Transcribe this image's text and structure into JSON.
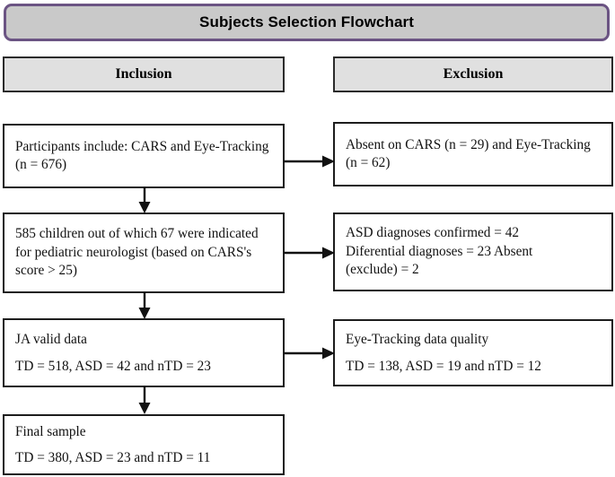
{
  "figure": {
    "title": "Subjects Selection Flowchart",
    "title_border_color": "#6b5483",
    "title_fill_color": "#c9c9c9",
    "header_fill_color": "#e0e0e0",
    "box_border_color": "#1d1d1d"
  },
  "columns": {
    "inclusion_header": "Inclusion",
    "exclusion_header": "Exclusion"
  },
  "inclusion_boxes": [
    {
      "id": "l1",
      "text": "Participants include: CARS and Eye-Tracking (n = 676)"
    },
    {
      "id": "l2",
      "text": "585 children out of which 67 were indicated for pediatric neurologist (based on CARS's score > 25)"
    },
    {
      "id": "l3",
      "line1": "JA valid data",
      "line2": "TD = 518, ASD = 42 and nTD = 23"
    },
    {
      "id": "l4",
      "line1": "Final sample",
      "line2": "TD = 380, ASD = 23 and nTD = 11"
    }
  ],
  "exclusion_boxes": [
    {
      "id": "r1",
      "text": "Absent on CARS (n = 29)  and Eye-Tracking (n = 62)"
    },
    {
      "id": "r2",
      "text": "ASD diagnoses confirmed = 42\nDiferential diagnoses = 23 Absent\n(exclude) = 2"
    },
    {
      "id": "r3",
      "line1": "Eye-Tracking data quality",
      "line2": "TD = 138, ASD = 19 and nTD = 12"
    }
  ],
  "connectors": {
    "down_arrow_1": "arrow-down-icon",
    "down_arrow_2": "arrow-down-icon",
    "down_arrow_3": "arrow-down-icon",
    "right_arrow_1": "arrow-right-icon",
    "right_arrow_2": "arrow-right-icon",
    "right_arrow_3": "arrow-right-icon"
  }
}
